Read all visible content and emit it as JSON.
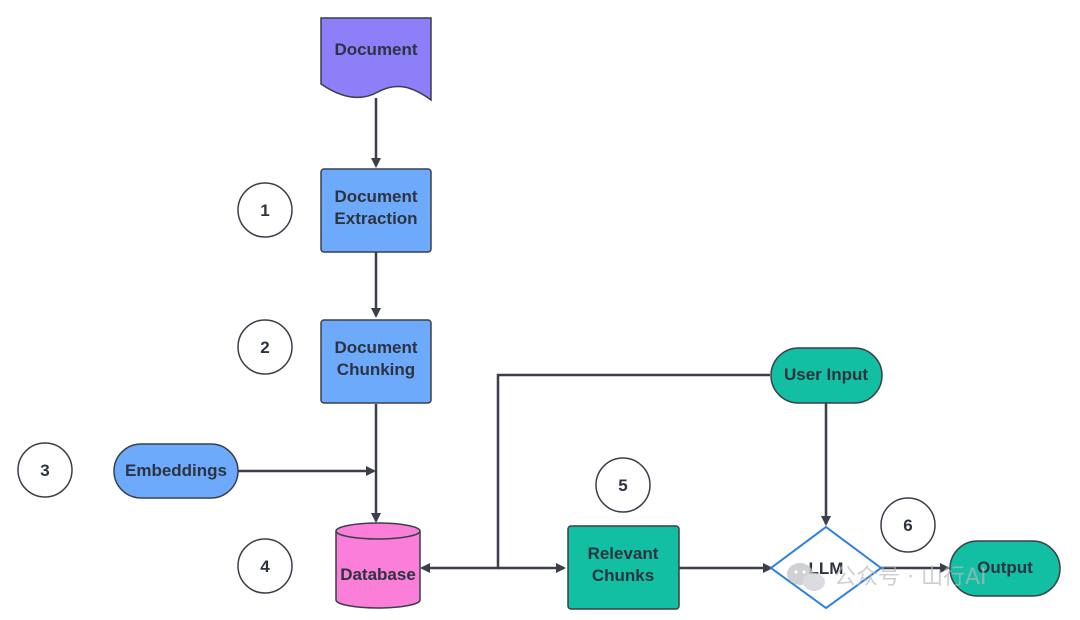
{
  "nodes": {
    "document": {
      "label": "Document",
      "fill": "#8c7ff7"
    },
    "extraction": {
      "line1": "Document",
      "line2": "Extraction",
      "fill": "#6eaafb"
    },
    "chunking": {
      "line1": "Document",
      "line2": "Chunking",
      "fill": "#6eaafb"
    },
    "embeddings": {
      "label": "Embeddings",
      "fill": "#6eaafb"
    },
    "database": {
      "label": "Database",
      "fill": "#fb7fd8"
    },
    "relevant_chunks": {
      "line1": "Relevant",
      "line2": "Chunks",
      "fill": "#13bfa2"
    },
    "user_input": {
      "label": "User Input",
      "fill": "#13bfa2"
    },
    "llm": {
      "label": "LLM",
      "stroke": "#2a7fe0"
    },
    "output": {
      "label": "Output",
      "fill": "#13bfa2"
    }
  },
  "steps": [
    "1",
    "2",
    "3",
    "4",
    "5",
    "6"
  ],
  "watermark": "公众号 · 山行AI"
}
